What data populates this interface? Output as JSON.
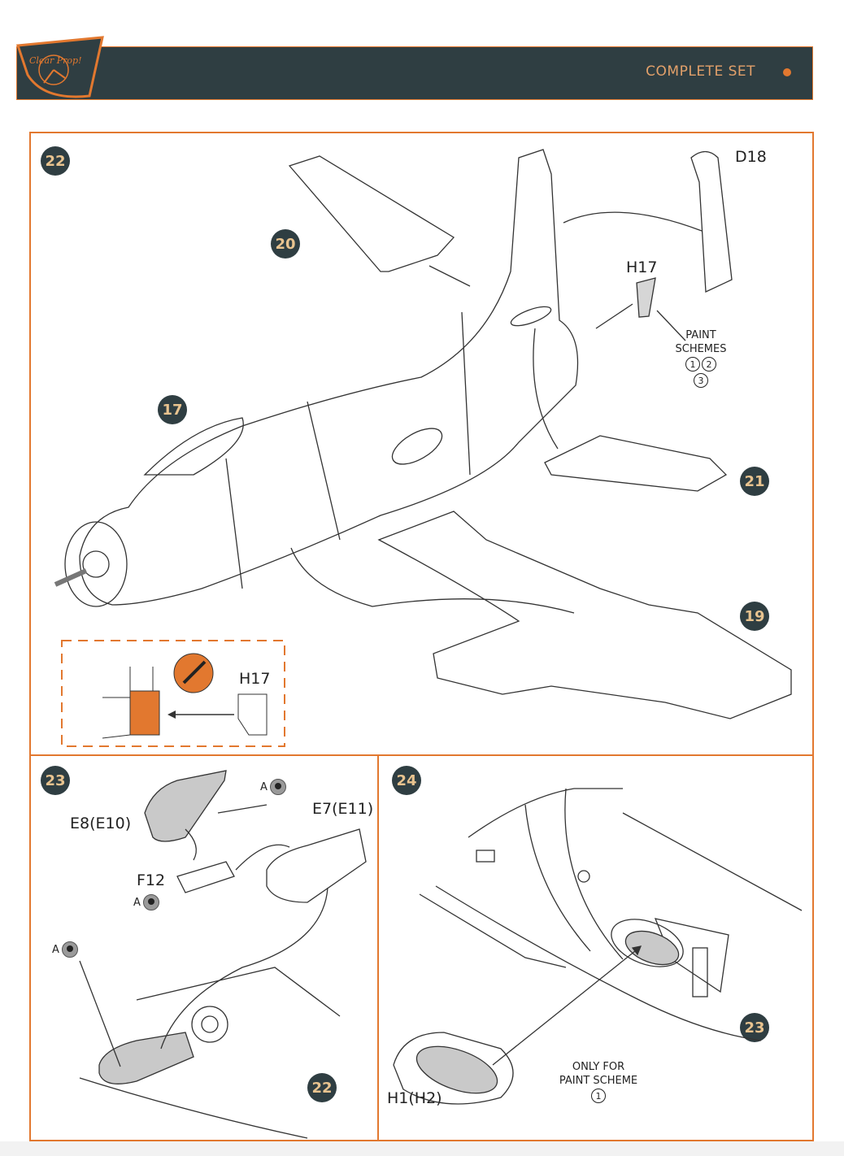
{
  "header": {
    "title": "COMPLETE SET",
    "logo_text": "Clear Prop!"
  },
  "colors": {
    "header_bg": "#2f3e42",
    "accent": "#e2782f",
    "step_text": "#e8c38f",
    "part_gray": "#c9c9c9"
  },
  "panel_22": {
    "step": "22",
    "callouts": [
      "20",
      "17",
      "21",
      "19"
    ],
    "parts": {
      "d18": "D18",
      "h17": "H17",
      "h17_detail": "H17"
    },
    "paint_schemes": {
      "line1": "PAINT",
      "line2": "SCHEMES",
      "numbers": [
        "1",
        "2",
        "3"
      ]
    }
  },
  "panel_23": {
    "step": "23",
    "callout": "22",
    "parts": {
      "e8": "E8(E10)",
      "e7": "E7(E11)",
      "f12": "F12"
    },
    "paint_code": "A"
  },
  "panel_24": {
    "step": "24",
    "callout": "23",
    "part": "H1(H2)",
    "note": {
      "line1": "ONLY FOR",
      "line2": "PAINT SCHEME",
      "number": "1"
    }
  }
}
